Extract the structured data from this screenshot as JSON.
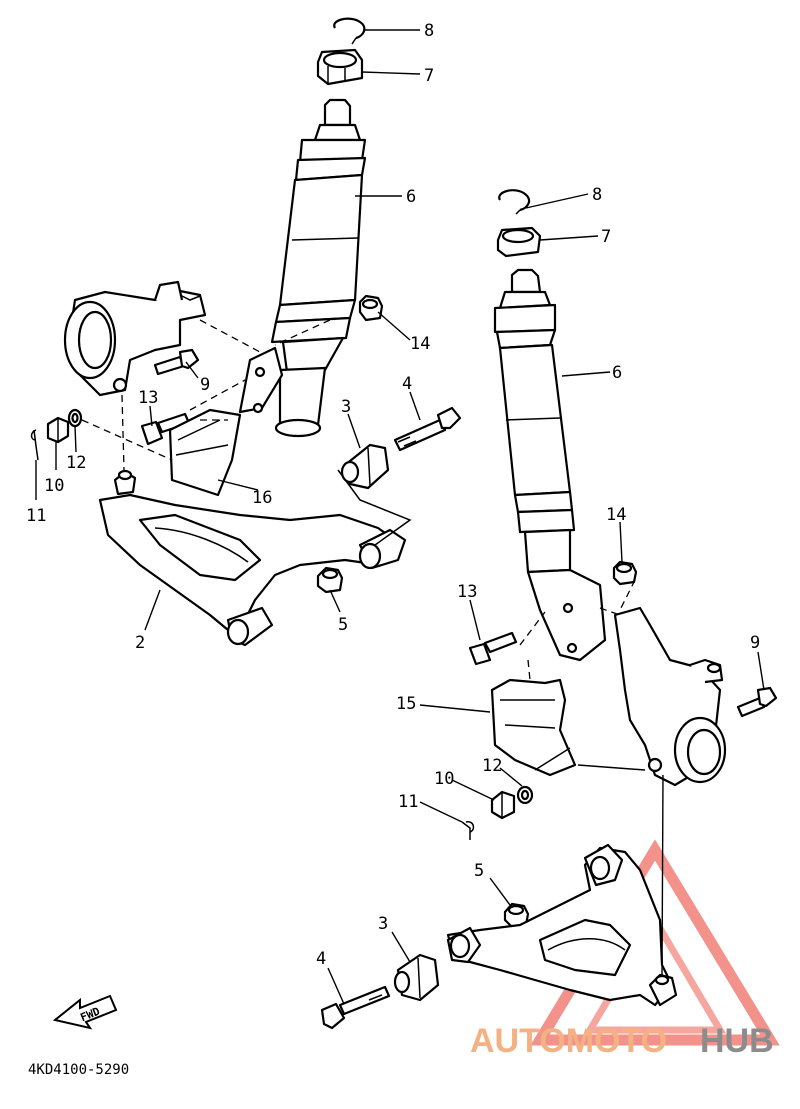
{
  "diagram": {
    "catalog_code": "4KD4100-5290",
    "fwd_label": "FWD",
    "watermark": {
      "part1": "AUTOMOTO",
      "part2": "HUB",
      "color1": "#f4b183",
      "color2": "#8c8c8c",
      "triangle_color": "#e8392b"
    },
    "callouts": {
      "c8a": "8",
      "c7a": "7",
      "c6a": "6",
      "c14a": "14",
      "c9a": "9",
      "c4a": "4",
      "c3a": "3",
      "c13a": "13",
      "c12a": "12",
      "c10a": "10",
      "c11a": "11",
      "c16": "16",
      "c2": "2",
      "c5a": "5",
      "c8b": "8",
      "c7b": "7",
      "c6b": "6",
      "c14b": "14",
      "c13b": "13",
      "c9b": "9",
      "c15": "15",
      "c12b": "12",
      "c10b": "10",
      "c11b": "11",
      "c5b": "5",
      "c3b": "3",
      "c4b": "4"
    }
  }
}
